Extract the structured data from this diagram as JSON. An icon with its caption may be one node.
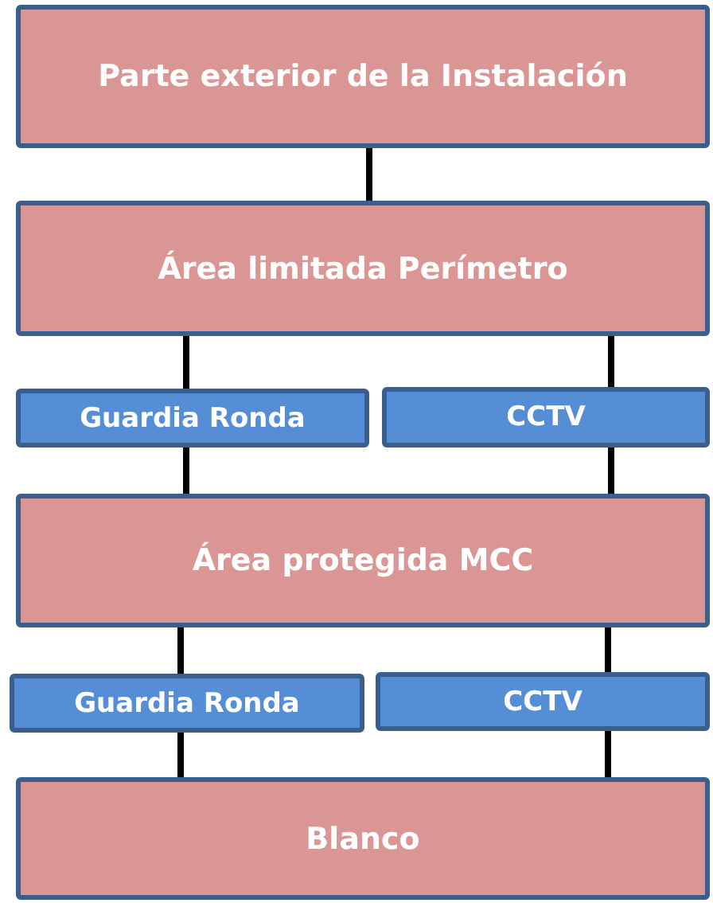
{
  "diagram": {
    "nodes": [
      {
        "text": [
          "Parte exterior de la Instalación"
        ]
      },
      {
        "text": [
          "Área limitada Perímetro"
        ]
      },
      {
        "text": [
          "Guardia Ronda"
        ]
      },
      {
        "text": [
          "CCTV"
        ]
      },
      {
        "text": [
          "Área protegida MCC"
        ]
      },
      {
        "text": [
          "Guardia Ronda"
        ]
      },
      {
        "text": [
          "CCTV"
        ]
      },
      {
        "text": [
          "Blanco"
        ]
      }
    ],
    "edges": [
      {
        "from": 0,
        "to": 1,
        "arrow": "none"
      },
      {
        "from": 1,
        "to": 2,
        "arrow": "none"
      },
      {
        "from": 1,
        "to": 3,
        "arrow": "none"
      },
      {
        "from": 2,
        "to": 4,
        "arrow": "none"
      },
      {
        "from": 3,
        "to": 4,
        "arrow": "none"
      },
      {
        "from": 4,
        "to": 5,
        "arrow": "none"
      },
      {
        "from": 4,
        "to": 6,
        "arrow": "none"
      },
      {
        "from": 5,
        "to": 7,
        "arrow": "none"
      },
      {
        "from": 6,
        "to": 7,
        "arrow": "none"
      }
    ]
  }
}
